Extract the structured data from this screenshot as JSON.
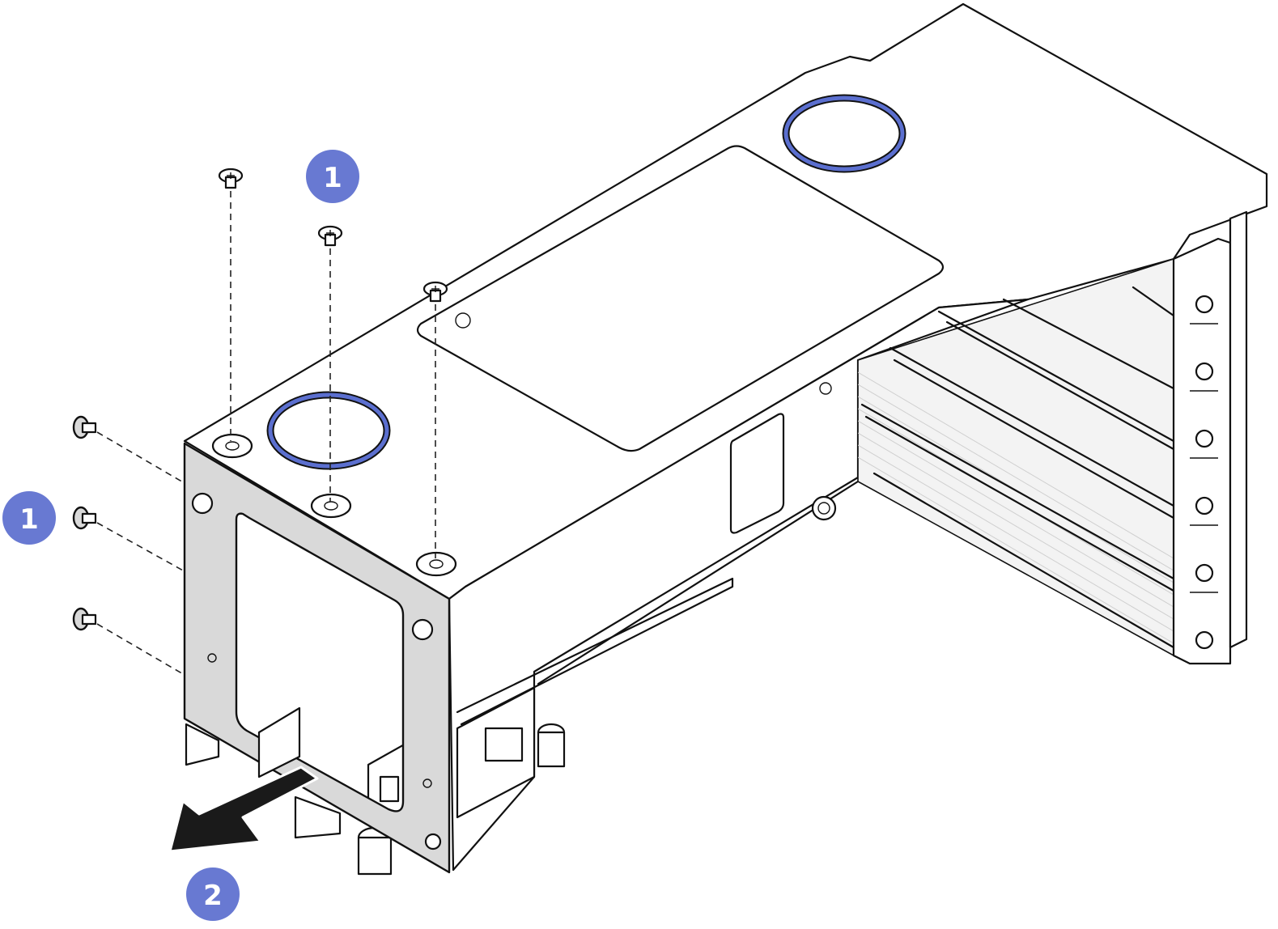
{
  "callouts": {
    "top": "1",
    "left": "1",
    "bottom": "2"
  },
  "colors": {
    "callout": "#6879d2",
    "ring": "#5b6fcf",
    "bracket": "#d9d9d9"
  },
  "icons": {
    "screw": "screw-icon",
    "arrow": "removal-arrow-icon"
  }
}
